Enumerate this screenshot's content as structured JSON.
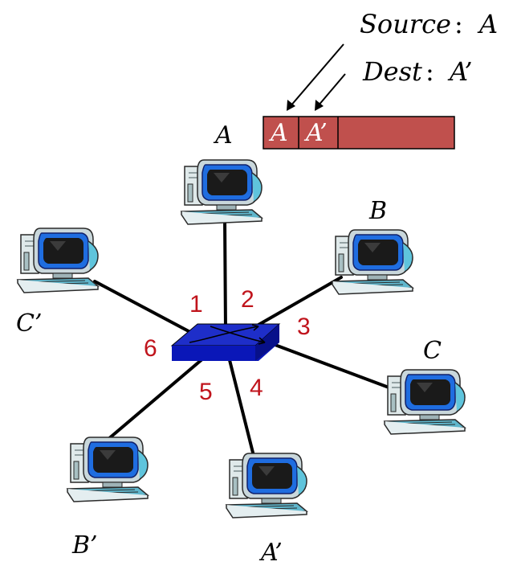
{
  "header": {
    "source_key": "Source",
    "source_value": "A",
    "dest_key": "Dest",
    "dest_value": "A’",
    "separator": ":"
  },
  "frame": {
    "src_field": "A",
    "dst_field": "A’",
    "color": "#c0504d"
  },
  "switch": {
    "color": "#0a17b8",
    "ports": [
      "1",
      "2",
      "3",
      "4",
      "5",
      "6"
    ],
    "port_color": "#c0141c"
  },
  "hosts": {
    "A": "A",
    "B": "B",
    "C": "C",
    "A_prime": "A’",
    "B_prime": "B’",
    "C_prime": "C’"
  }
}
